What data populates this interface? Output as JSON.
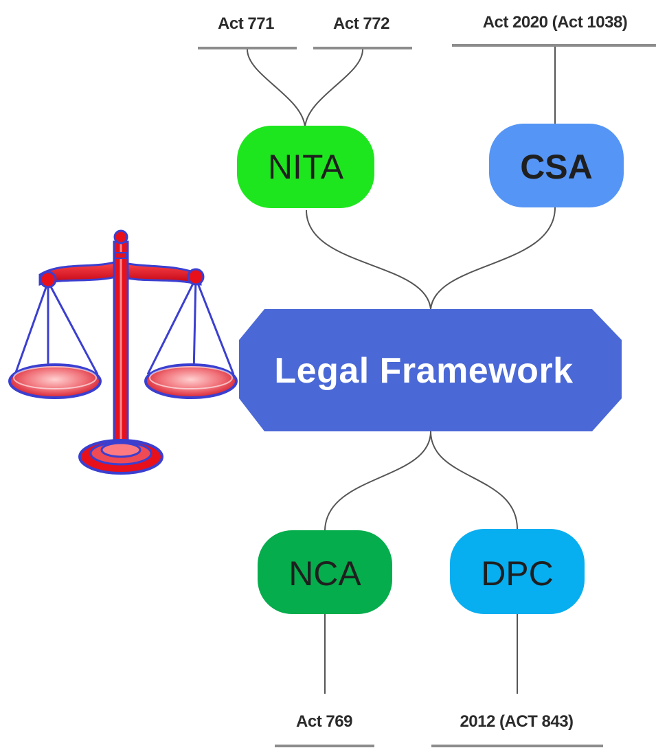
{
  "center": {
    "label": "Legal Framework",
    "color": "#4a68d6"
  },
  "nodes": {
    "nita": {
      "label": "NITA",
      "color": "#1ee61e"
    },
    "csa": {
      "label": "CSA",
      "color": "#5595f5"
    },
    "nca": {
      "label": "NCA",
      "color": "#05ad4c"
    },
    "dpc": {
      "label": "DPC",
      "color": "#07aef0"
    }
  },
  "acts": {
    "act771": "Act 771",
    "act772": "Act 772",
    "act2020": "Act 2020 (Act 1038)",
    "act769": "Act 769",
    "act843": "2012 (ACT 843)"
  },
  "icon": {
    "name": "scales-of-justice-icon",
    "color": "#e8101a",
    "outline": "#3b3fd0"
  }
}
